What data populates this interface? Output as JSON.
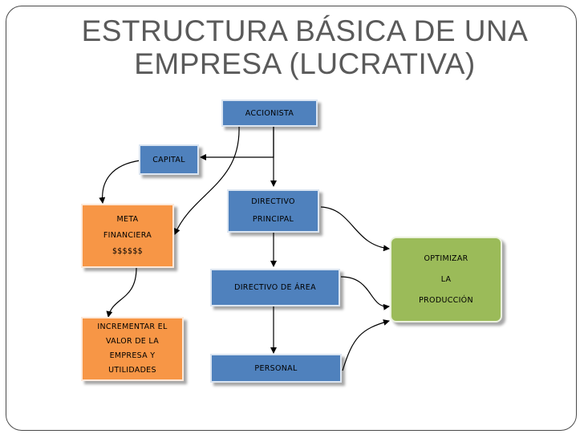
{
  "title": {
    "line1": "ESTRUCTURA BÁSICA DE UNA",
    "line2": "EMPRESA (LUCRATIVA)"
  },
  "nodes": {
    "accionista": "ACCIONISTA",
    "capital": "CAPITAL",
    "directivo_principal": [
      "DIRECTIVO",
      "PRINCIPAL"
    ],
    "meta_financiera": [
      "META",
      "FINANCIERA",
      "$$$$$$"
    ],
    "directivo_area": "DIRECTIVO DE ÁREA",
    "optimizar": [
      "OPTIMIZAR",
      "LA",
      "PRODUCCIÓN"
    ],
    "incrementar": [
      "INCREMENTAR EL",
      "VALOR DE LA",
      "EMPRESA Y",
      "UTILIDADES"
    ],
    "personal": "PERSONAL"
  },
  "colors": {
    "blue": "#4f81bd",
    "orange": "#f79646",
    "green": "#9bbb59",
    "title": "#5a5a5a"
  }
}
